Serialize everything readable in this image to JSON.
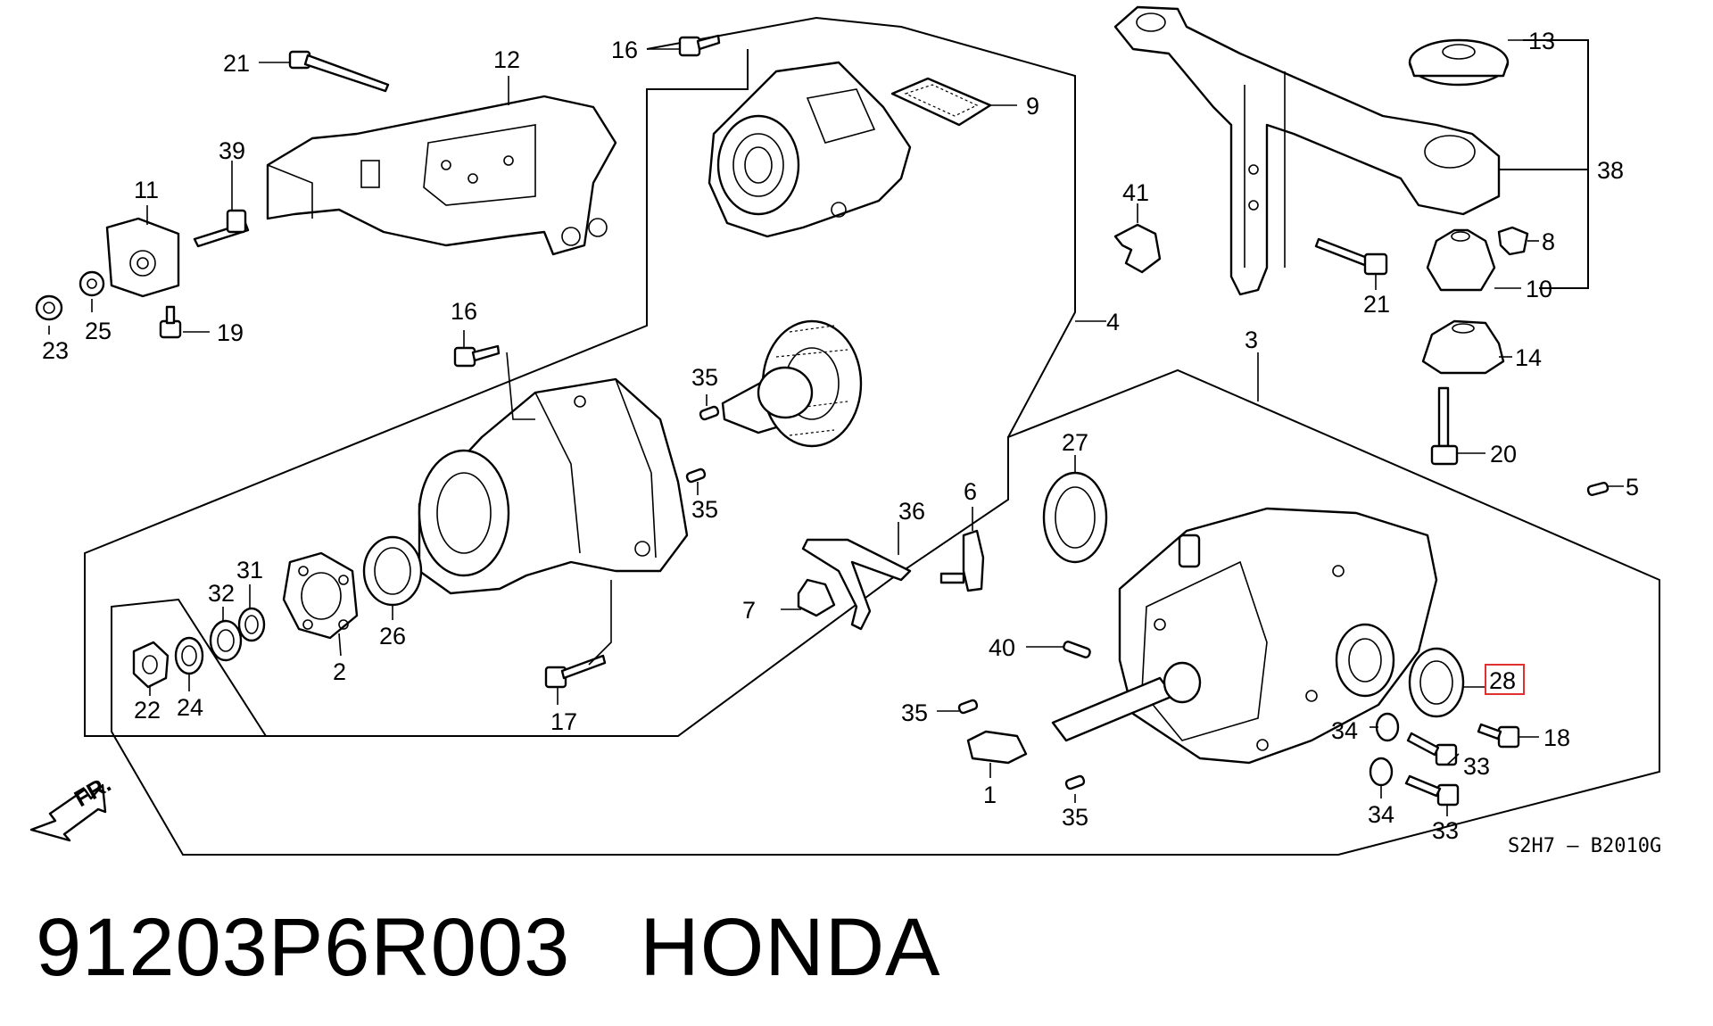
{
  "diagram": {
    "reference_code": "S2H7 — B2010G",
    "front_label": "FR.",
    "highlighted_callout": "28",
    "highlight_color": "#e03030",
    "callouts": {
      "c1": "1",
      "c2": "2",
      "c3": "3",
      "c4": "4",
      "c5": "5",
      "c6": "6",
      "c7": "7",
      "c8": "8",
      "c9": "9",
      "c10": "10",
      "c11": "11",
      "c12": "12",
      "c13": "13",
      "c14": "14",
      "c16a": "16",
      "c16b": "16",
      "c17": "17",
      "c18": "18",
      "c19": "19",
      "c20": "20",
      "c21a": "21",
      "c21b": "21",
      "c22": "22",
      "c23": "23",
      "c24": "24",
      "c25": "25",
      "c26": "26",
      "c27": "27",
      "c28": "28",
      "c31": "31",
      "c32": "32",
      "c33a": "33",
      "c33b": "33",
      "c34a": "34",
      "c34b": "34",
      "c35a": "35",
      "c35b": "35",
      "c35c": "35",
      "c35d": "35",
      "c36": "36",
      "c38": "38",
      "c39": "39",
      "c40": "40",
      "c41": "41"
    }
  },
  "caption": {
    "part_number": "91203P6R003",
    "brand": "HONDA"
  }
}
